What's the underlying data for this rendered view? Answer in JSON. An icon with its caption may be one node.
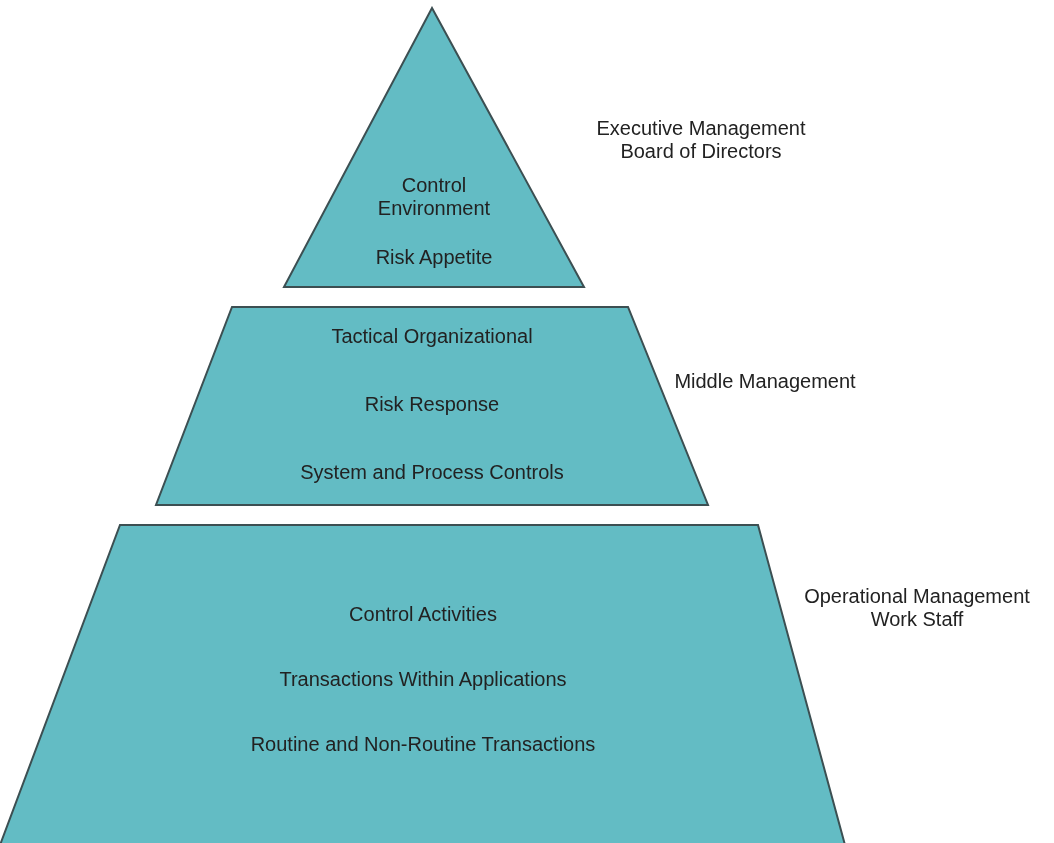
{
  "diagram": {
    "nodes": [
      {
        "text": [
          "Control Environment",
          "Risk Appetite"
        ],
        "beside": [
          "Executive Management Board of Directors"
        ]
      },
      {
        "text": [
          "Tactical Organizational",
          "Risk Response",
          "System and Process Controls"
        ],
        "beside": [
          "Middle Management"
        ]
      },
      {
        "text": [
          "Control Activities",
          "Transactions Within Applications",
          "Routine and Non-Routine Transactions"
        ],
        "beside": [
          "Operational Management Work Staff"
        ]
      }
    ]
  }
}
